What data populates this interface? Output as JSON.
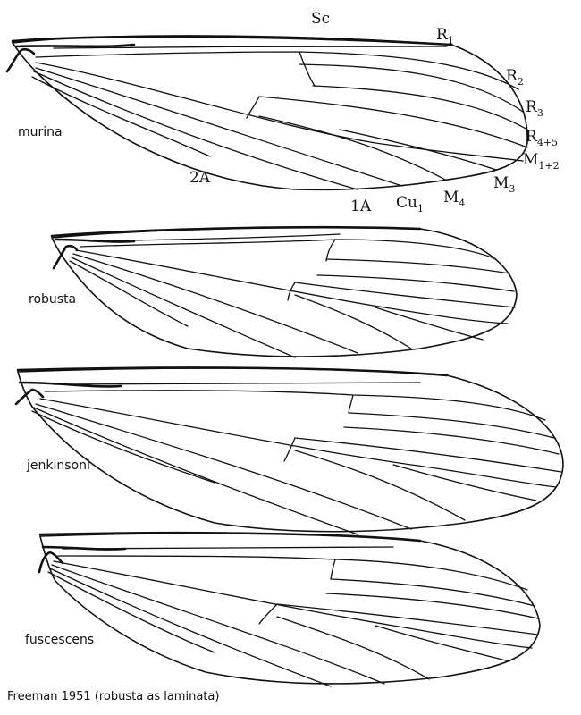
{
  "figure": {
    "caption": "Freeman 1951 (robusta as laminata)",
    "species": [
      {
        "name": "murina"
      },
      {
        "name": "robusta"
      },
      {
        "name": "jenkinsoni"
      },
      {
        "name": "fuscescens"
      }
    ],
    "vein_labels": [
      {
        "main": "Sc",
        "sub": ""
      },
      {
        "main": "R",
        "sub": "1"
      },
      {
        "main": "R",
        "sub": "2"
      },
      {
        "main": "R",
        "sub": "3"
      },
      {
        "main": "R",
        "sub": "4+5"
      },
      {
        "main": "M",
        "sub": "1+2"
      },
      {
        "main": "M",
        "sub": "3"
      },
      {
        "main": "M",
        "sub": "4"
      },
      {
        "main": "Cu",
        "sub": "1"
      },
      {
        "main": "1A",
        "sub": ""
      },
      {
        "main": "2A",
        "sub": ""
      }
    ]
  }
}
